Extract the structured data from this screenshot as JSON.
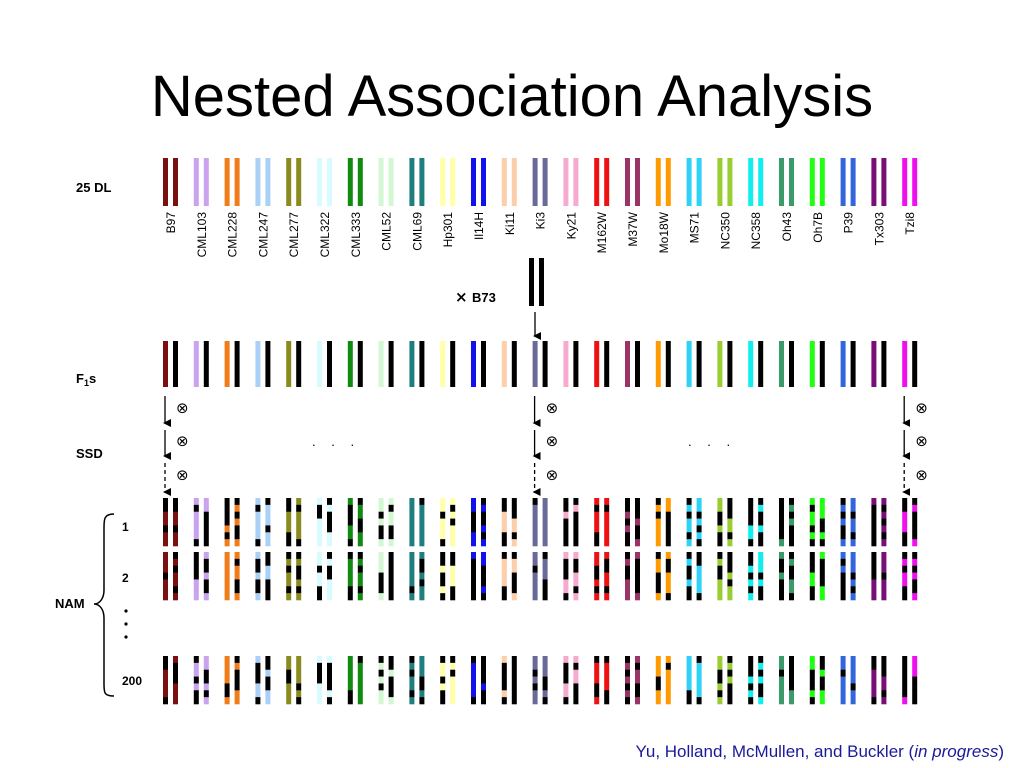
{
  "slide": {
    "title": "Nested Association Analysis",
    "credit": {
      "before": "Yu, Holland, McMullen, and Buckler (",
      "emphasis": "in progress",
      "after": ")",
      "color": "#1a1a99"
    }
  },
  "labels": {
    "dl": "25 DL",
    "f1_base": "F",
    "f1_sub": "1",
    "f1_end": "s",
    "ssd": "SSD",
    "nam": "NAM",
    "rows": [
      "1",
      "2",
      "200"
    ],
    "cross_symbol": "×",
    "cross_parent": "B73",
    "selfing_symbol": "⊗",
    "ellipsis": ". . ."
  },
  "reference_color": "#000000",
  "lines": [
    {
      "name": "B97",
      "color": "#7a1010"
    },
    {
      "name": "CML103",
      "color": "#c9a3ee"
    },
    {
      "name": "CML228",
      "color": "#f07c1a"
    },
    {
      "name": "CML247",
      "color": "#a9d1f7"
    },
    {
      "name": "CML277",
      "color": "#8a8a1e"
    },
    {
      "name": "CML322",
      "color": "#d8fbff"
    },
    {
      "name": "CML333",
      "color": "#118a11"
    },
    {
      "name": "CML52",
      "color": "#d2f7d2"
    },
    {
      "name": "CML69",
      "color": "#1f7f7f"
    },
    {
      "name": "Hp301",
      "color": "#ffffa6"
    },
    {
      "name": "Il14H",
      "color": "#1111ee"
    },
    {
      "name": "Ki11",
      "color": "#fcceaa"
    },
    {
      "name": "Ki3",
      "color": "#6a6a9a"
    },
    {
      "name": "Ky21",
      "color": "#f7a9cf"
    },
    {
      "name": "M162W",
      "color": "#ee1111"
    },
    {
      "name": "M37W",
      "color": "#9a3366"
    },
    {
      "name": "Mo18W",
      "color": "#ff9a00"
    },
    {
      "name": "MS71",
      "color": "#2ed2f7"
    },
    {
      "name": "NC350",
      "color": "#9acd32"
    },
    {
      "name": "NC358",
      "color": "#11eeee"
    },
    {
      "name": "Oh43",
      "color": "#3a9a6a"
    },
    {
      "name": "Oh7B",
      "color": "#22ff11"
    },
    {
      "name": "P39",
      "color": "#3366dd"
    },
    {
      "name": "Tx303",
      "color": "#770f77"
    },
    {
      "name": "Tzi8",
      "color": "#ee11ee"
    }
  ]
}
